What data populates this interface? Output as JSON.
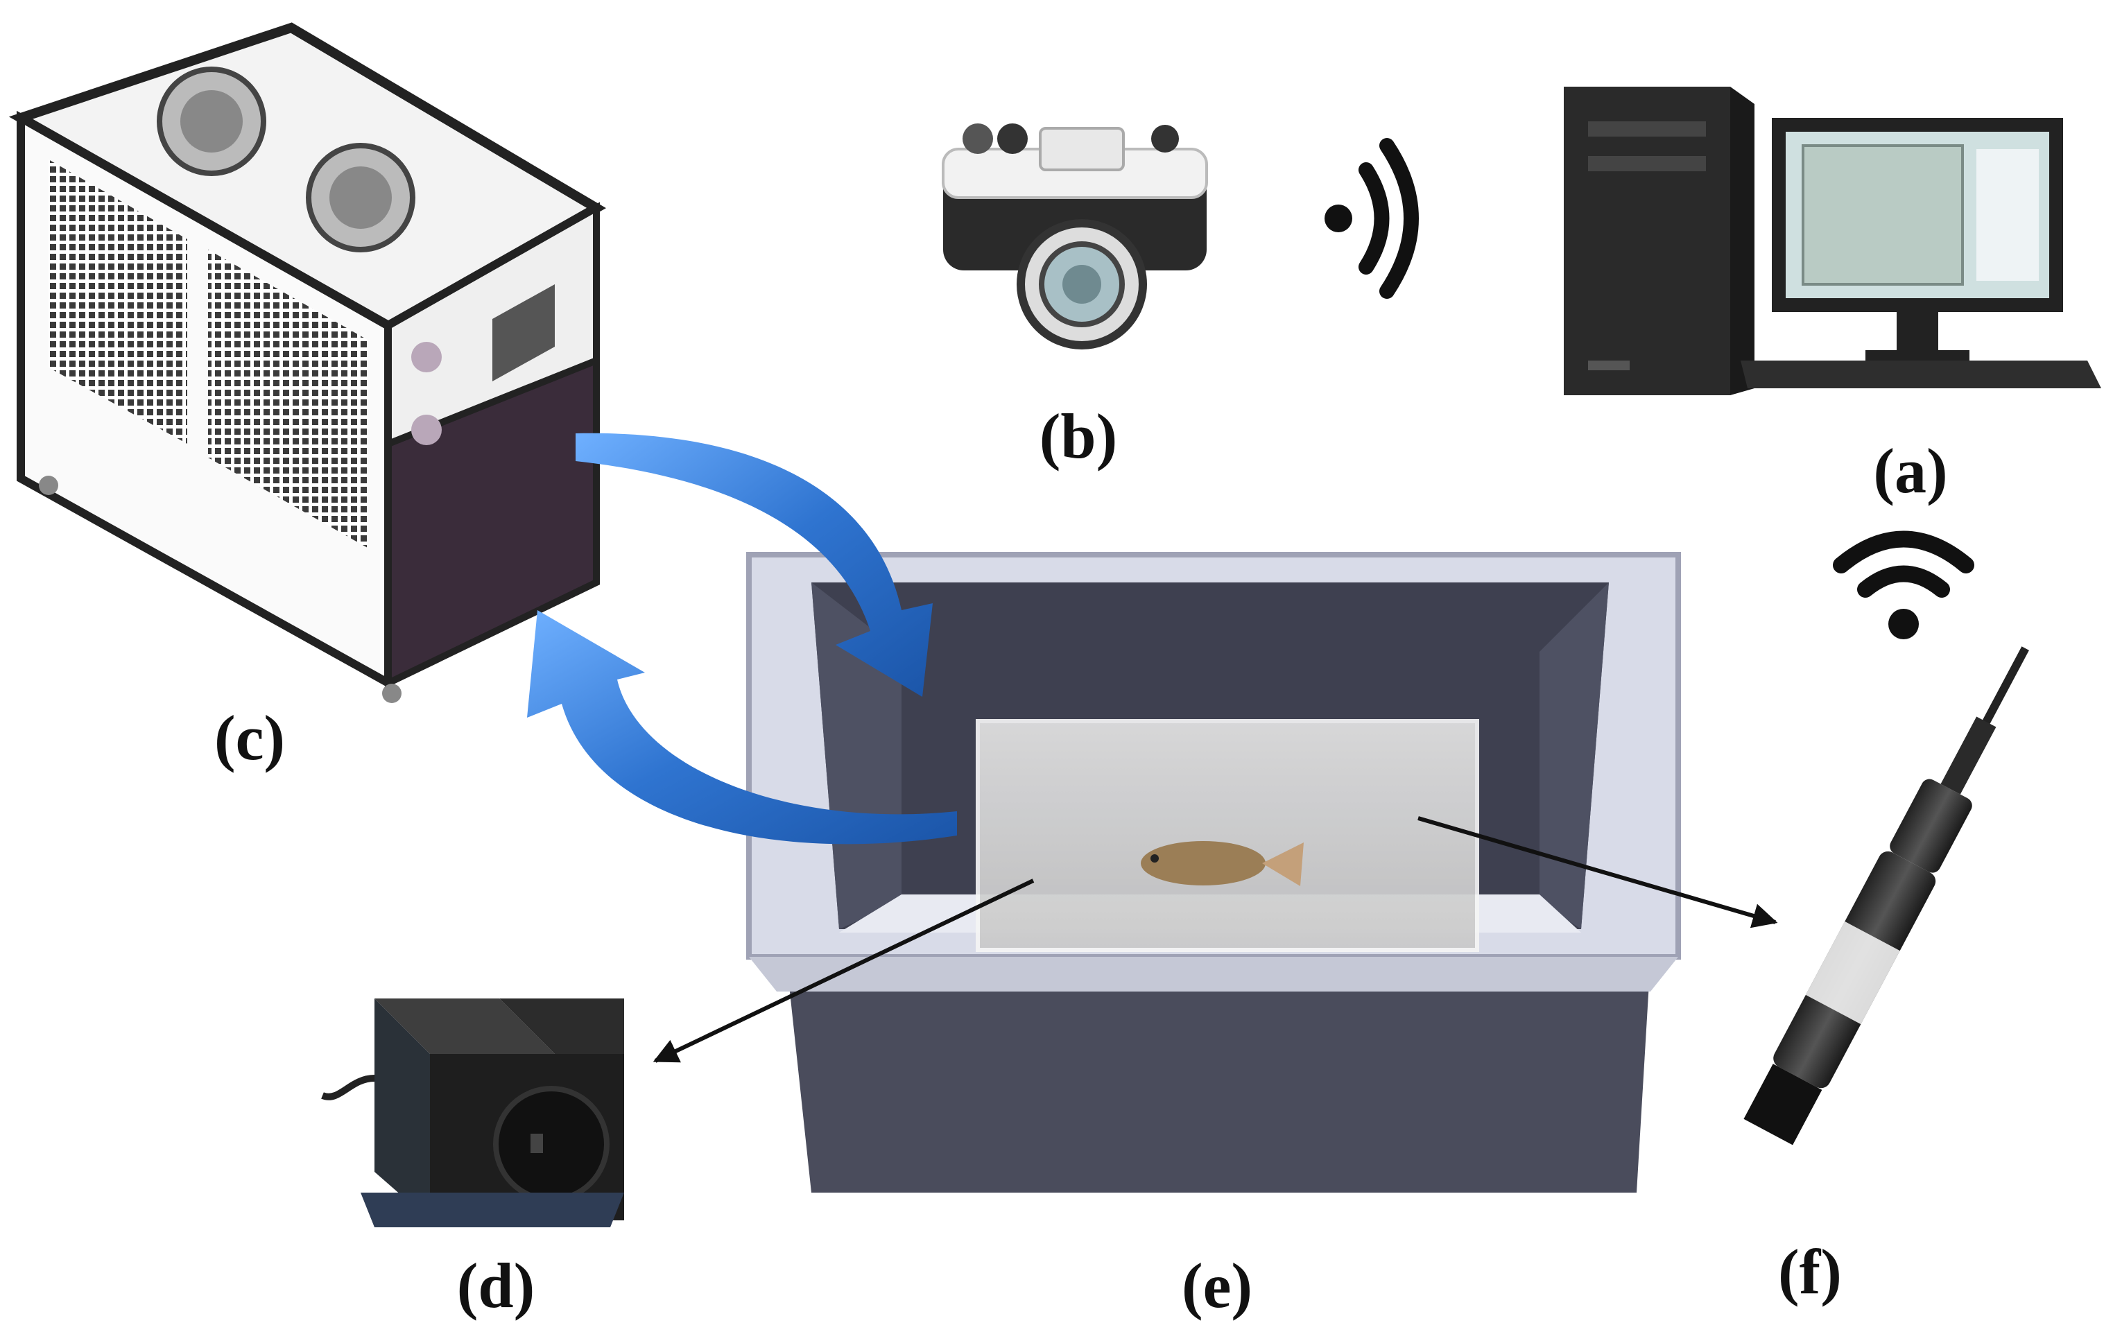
{
  "labels": {
    "a": "(a)",
    "b": "(b)",
    "c": "(c)",
    "d": "(d)",
    "e": "(e)",
    "f": "(f)"
  },
  "components": {
    "a": "computer-icon",
    "b": "camera-icon",
    "c": "water-chiller-icon",
    "d": "water-pump-icon",
    "e": "fish-tank-icon",
    "f": "water-quality-sensor-icon"
  },
  "wireless": {
    "camera_to_computer": "wifi-signal-icon",
    "sensor_to_computer": "wifi-signal-icon"
  },
  "colors": {
    "flow_arrow": "#2f74d0",
    "chiller_body": "#3a2c3a",
    "tank_body": "#4a4c5c",
    "tank_rim": "#d8dbe8"
  }
}
